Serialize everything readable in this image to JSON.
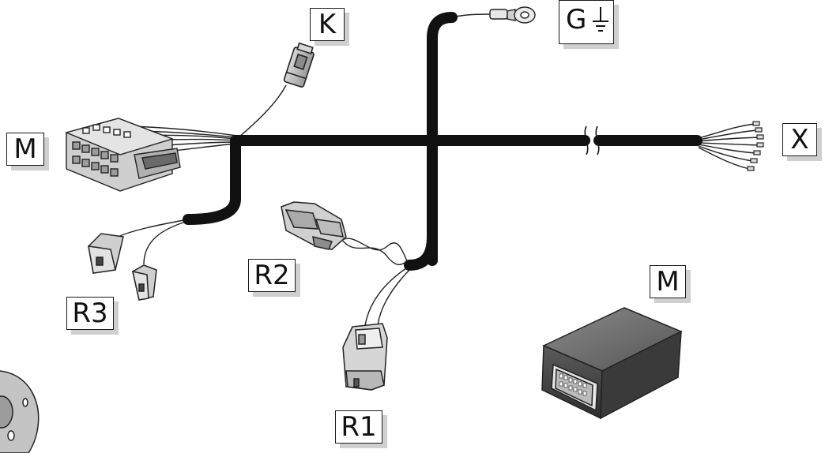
{
  "labels": {
    "k": "K",
    "g": "G",
    "m_left": "M",
    "x": "X",
    "r2": "R2",
    "r3": "R3",
    "r1": "R1",
    "m_right": "M"
  },
  "icons": {
    "ground": "ground-symbol-icon"
  },
  "colors": {
    "harness": "#111111",
    "connector_fill": "#c8c8c8",
    "connector_stroke": "#2a2a2a",
    "module_top": "#6e6e6e",
    "module_front": "#4a4a4a",
    "label_shadow": "#cfcfcf"
  }
}
